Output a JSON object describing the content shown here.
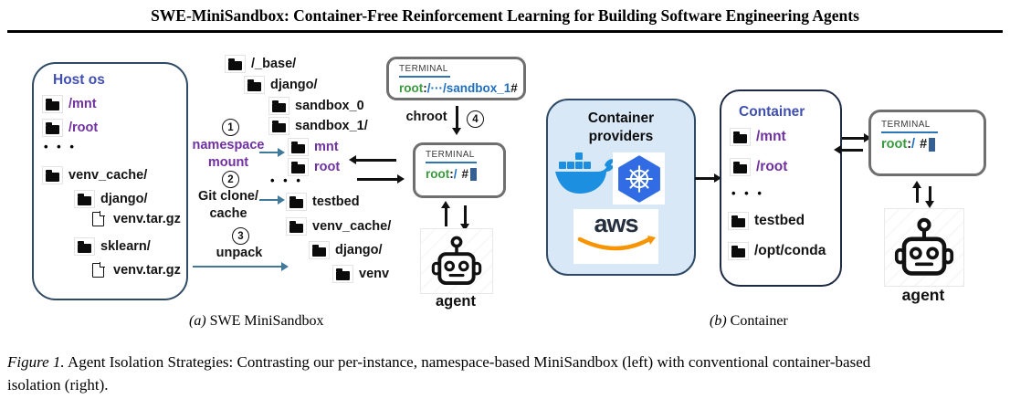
{
  "header": {
    "title": "SWE-MiniSandbox: Container-Free Reinforcement Learning for Building Software Engineering Agents"
  },
  "colors": {
    "indigo_title": "#4050b0",
    "purple_path": "#7030a0",
    "prompt_green": "#3a9a3e",
    "prompt_blue": "#1f6fc0",
    "cursor_blue": "#376092",
    "terminal_rule_blue": "#2e75b6",
    "teal_arrow": "#41799b",
    "box_border": "#2e4a66",
    "providers_fill": "#d9e8f7",
    "docker_blue": "#1d8fe1",
    "kubernetes_blue": "#326ce5",
    "aws_dark": "#252f3e",
    "aws_orange": "#f79400"
  },
  "panel_a": {
    "host": {
      "title": "Host os",
      "items": [
        {
          "label": "/mnt"
        },
        {
          "label": "/root"
        },
        {
          "label": "• • •"
        },
        {
          "label": "venv_cache/"
        },
        {
          "label": "django/"
        },
        {
          "label": "venv.tar.gz"
        },
        {
          "label": "sklearn/"
        },
        {
          "label": "venv.tar.gz"
        }
      ]
    },
    "tree": {
      "items": [
        {
          "label": "/_base/"
        },
        {
          "label": "django/"
        },
        {
          "label": "sandbox_0"
        },
        {
          "label": "sandbox_1/"
        },
        {
          "label": "mnt"
        },
        {
          "label": "root"
        },
        {
          "label": "• • •"
        },
        {
          "label": "testbed"
        },
        {
          "label": "venv_cache/"
        },
        {
          "label": "django/"
        },
        {
          "label": "venv"
        }
      ]
    },
    "steps": [
      {
        "num": "1",
        "label": "namespace\nmount"
      },
      {
        "num": "2",
        "label": "Git clone/\ncache"
      },
      {
        "num": "3",
        "label": "unpack"
      },
      {
        "num": "4",
        "label": "chroot"
      }
    ],
    "terminal_top": {
      "title": "TERMINAL",
      "user": "root",
      "colon": ":",
      "path": "/···/sandbox_1",
      "hash": "#"
    },
    "terminal_main": {
      "title": "TERMINAL",
      "user": "root",
      "colon": ":",
      "path": "/",
      "hash": "#"
    },
    "agent_label": "agent",
    "caption": {
      "tag": "(a)",
      "text": " SWE MiniSandbox"
    }
  },
  "panel_b": {
    "providers": {
      "title": "Container\nproviders",
      "aws_label": "aws"
    },
    "container": {
      "title": "Container",
      "items": [
        {
          "label": "/mnt"
        },
        {
          "label": "/root"
        },
        {
          "label": "• • •"
        },
        {
          "label": "testbed"
        },
        {
          "label": "/opt/conda"
        }
      ]
    },
    "terminal": {
      "title": "TERMINAL",
      "user": "root",
      "colon": ":",
      "path": "/",
      "hash": "#"
    },
    "agent_label": "agent",
    "caption": {
      "tag": "(b)",
      "text": " Container"
    }
  },
  "figure_caption": {
    "label": "Figure 1.",
    "line1": " Agent Isolation Strategies: Contrasting our per-instance, namespace-based MiniSandbox (left) with conventional container-based",
    "line2": "isolation (right)."
  }
}
